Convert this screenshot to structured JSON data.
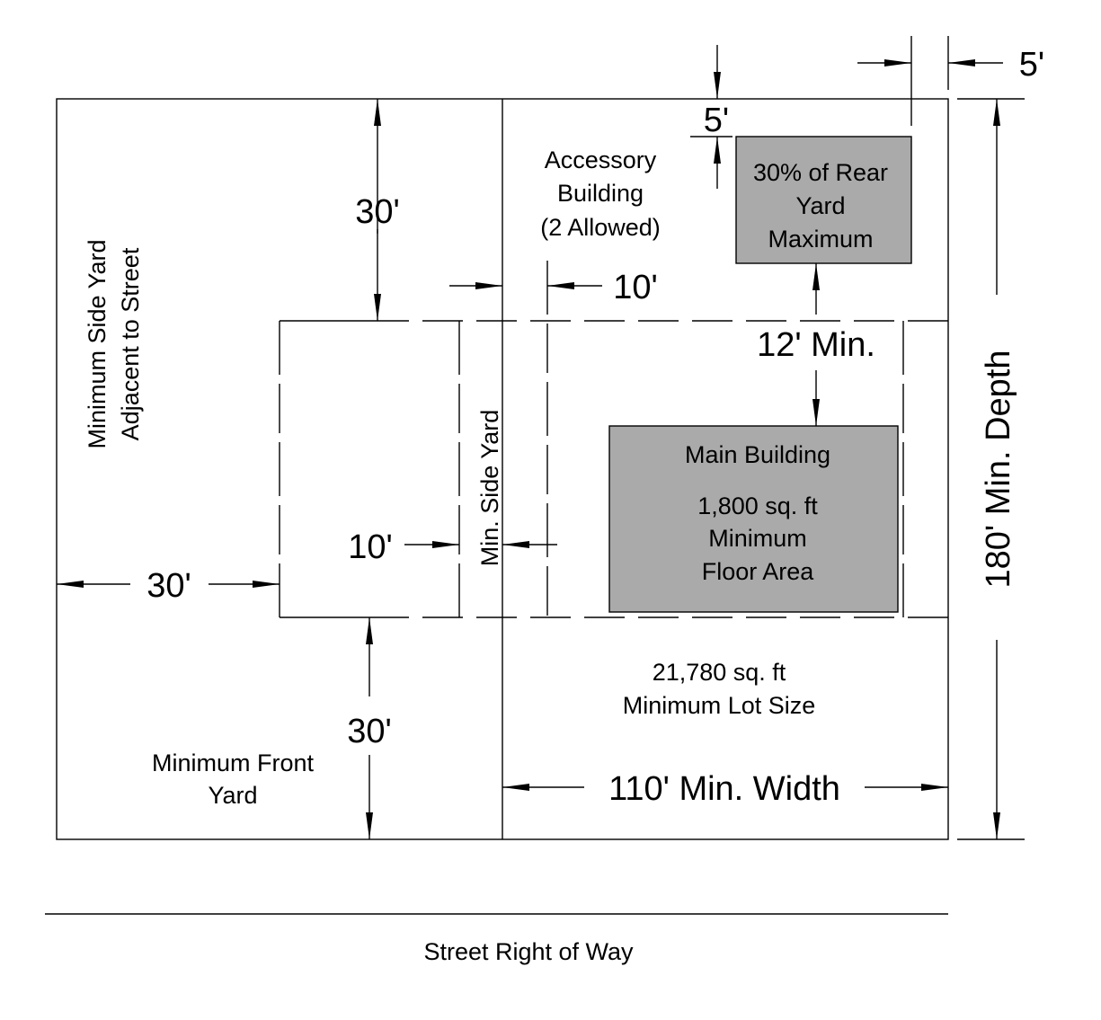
{
  "labels": {
    "side_yard_street_line1": "Minimum Side Yard",
    "side_yard_street_line2": "Adjacent to Street",
    "front_yard_line1": "Minimum Front",
    "front_yard_line2": "Yard",
    "accessory_line1": "Accessory",
    "accessory_line2": "Building",
    "accessory_line3": "(2 Allowed)",
    "rear_yard_line1": "30% of Rear",
    "rear_yard_line2": "Yard",
    "rear_yard_line3": "Maximum",
    "main_building_title": "Main Building",
    "main_building_line1": "1,800 sq. ft",
    "main_building_line2": "Minimum",
    "main_building_line3": "Floor Area",
    "lot_size_line1": "21,780 sq. ft",
    "lot_size_line2": "Minimum Lot Size",
    "min_side_yard": "Min. Side Yard",
    "street_row": "Street Right of Way"
  },
  "dimensions": {
    "rear_setback": "30'",
    "side_street_setback": "30'",
    "front_setback": "30'",
    "side_setback": "10'",
    "accessory_side": "10'",
    "accessory_rear": "5'",
    "accessory_side_rear": "5'",
    "building_separation": "12' Min.",
    "min_width": "110' Min. Width",
    "min_depth": "180' Min. Depth"
  }
}
